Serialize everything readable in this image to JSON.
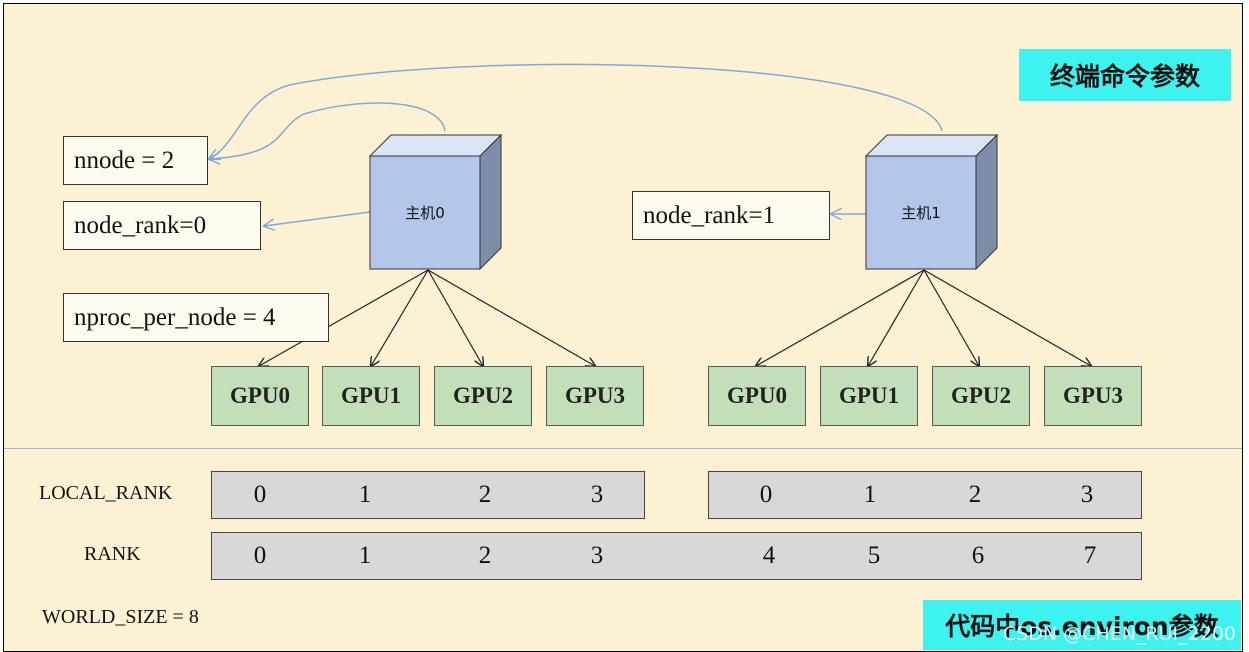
{
  "tags": {
    "terminal_params": "终端命令参数",
    "code_params": "代码中os.environ参数"
  },
  "params": {
    "nnode": "nnode = 2",
    "node_rank_0": "node_rank=0",
    "node_rank_1": "node_rank=1",
    "nproc_per_node": "nproc_per_node = 4"
  },
  "hosts": [
    {
      "label": "主机0"
    },
    {
      "label": "主机1"
    }
  ],
  "gpus_host0": [
    "GPU0",
    "GPU1",
    "GPU2",
    "GPU3"
  ],
  "gpus_host1": [
    "GPU0",
    "GPU1",
    "GPU2",
    "GPU3"
  ],
  "rows": {
    "local_rank_label": "LOCAL_RANK",
    "rank_label": "RANK",
    "world_size": "WORLD_SIZE = 8"
  },
  "local_rank_host0": [
    "0",
    "1",
    "2",
    "3"
  ],
  "local_rank_host1": [
    "0",
    "1",
    "2",
    "3"
  ],
  "rank_values": [
    "0",
    "1",
    "2",
    "3",
    "4",
    "5",
    "6",
    "7"
  ],
  "watermark": "CSDN @CHEN_RUI_2200",
  "colors": {
    "background": "#fdf1d3",
    "host_front": "#b4c6ea",
    "gpu": "#c3dfb9",
    "rank_bar": "#d8d8d8",
    "tag": "#3ef2f0",
    "curve": "#7fa9d8"
  }
}
